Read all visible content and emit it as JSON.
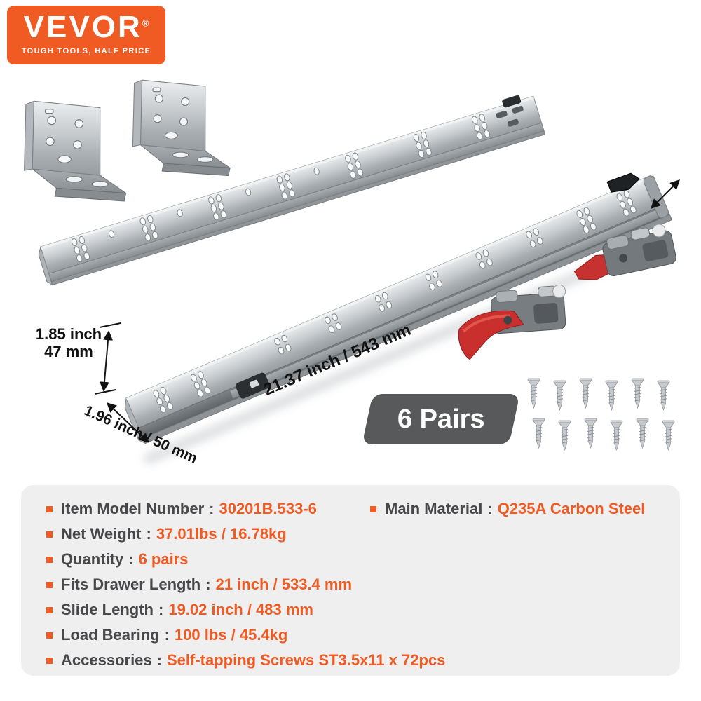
{
  "brand": {
    "name": "VEVOR",
    "registered_mark": "®",
    "tagline": "TOUGH TOOLS, HALF PRICE"
  },
  "annotations": {
    "height_inch": "1.85 inch",
    "height_mm": "47 mm",
    "depth": "1.96 inch / 50 mm",
    "length": "21.37 inch / 543 mm"
  },
  "badge": {
    "label": "6 Pairs"
  },
  "specs": {
    "separator": ":",
    "rows": [
      {
        "label": "Item Model Number",
        "value": "30201B.533-6"
      },
      {
        "label": "Net Weight",
        "value": "37.01lbs / 16.78kg"
      },
      {
        "label": "Quantity",
        "value": "6 pairs"
      },
      {
        "label": "Fits Drawer Length",
        "value": "21 inch / 533.4 mm"
      },
      {
        "label": "Slide Length",
        "value": "19.02 inch / 483 mm"
      },
      {
        "label": "Load Bearing",
        "value": "100 lbs / 45.4kg"
      },
      {
        "label": "Accessories",
        "value": "Self-tapping Screws ST3.5x11 x 72pcs"
      }
    ],
    "material": {
      "label": "Main Material",
      "value": "Q235A Carbon Steel"
    }
  },
  "icons": {
    "bullet": "■"
  },
  "colors": {
    "brand_orange": "#F05A23",
    "value_orange": "#F05A23",
    "badge_gray": "#58595B",
    "panel_gray": "#EFEFF0"
  }
}
